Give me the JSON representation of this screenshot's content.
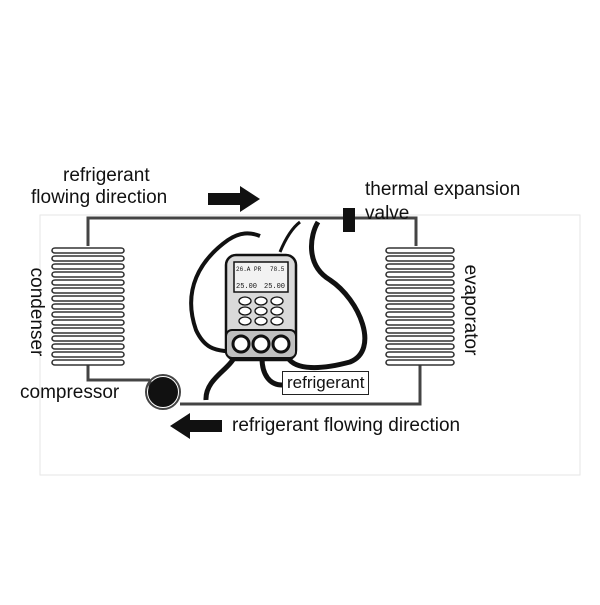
{
  "labels": {
    "flow_top": [
      "refrigerant",
      "flowing direction"
    ],
    "thermal_expansion_valve": [
      "thermal expansion",
      "valve"
    ],
    "condenser": "condenser",
    "evaporator": "evaporator",
    "compressor": "compressor",
    "refrigerant": "refrigerant",
    "flow_bottom": "refrigerant flowing direction"
  },
  "gauge": {
    "display_left": "25.00",
    "display_right": "25.00",
    "display_top_left": "26.A PR",
    "display_top_right": "78.5"
  }
}
